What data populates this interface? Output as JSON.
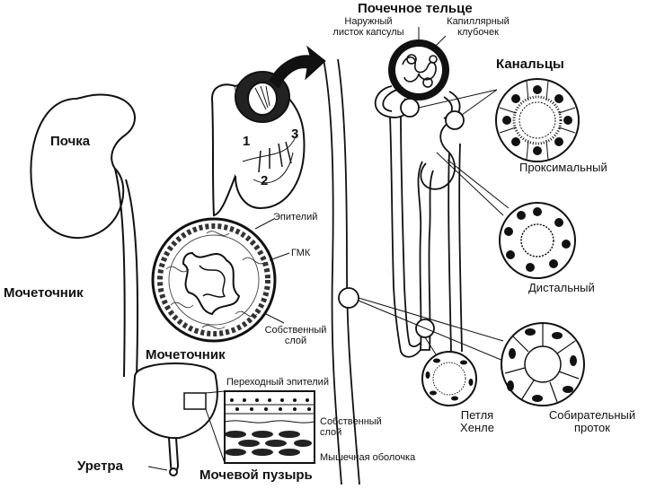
{
  "labels": {
    "kidney": "Почка",
    "ureter_left": "Мочеточник",
    "ureter_section": "Мочеточник",
    "urethra": "Уретра",
    "bladder": "Мочевой пузырь",
    "renal_corpuscle": "Почечное тельце",
    "outer_capsule_layer": "Наружный листок капсулы",
    "capillary_glomerulus": "Капиллярный клубочек",
    "tubules": "Канальцы",
    "proximal": "Проксимальный",
    "distal": "Дистальный",
    "collecting_duct": "Собирательный проток",
    "loop_henle": "Петля Хенле",
    "epithelium": "Эпителий",
    "smc": "ГМК",
    "lamina_propria_ureter": "Собственный слой",
    "transitional_epithelium": "Переходный эпителий",
    "lamina_propria_bladder": "Собственный слой",
    "muscular_layer": "Мышечная оболочка",
    "zone_1": "1",
    "zone_2": "2",
    "zone_3": "3"
  },
  "colors": {
    "ink": "#111111",
    "paper": "#ffffff",
    "tissue": "#333333"
  }
}
